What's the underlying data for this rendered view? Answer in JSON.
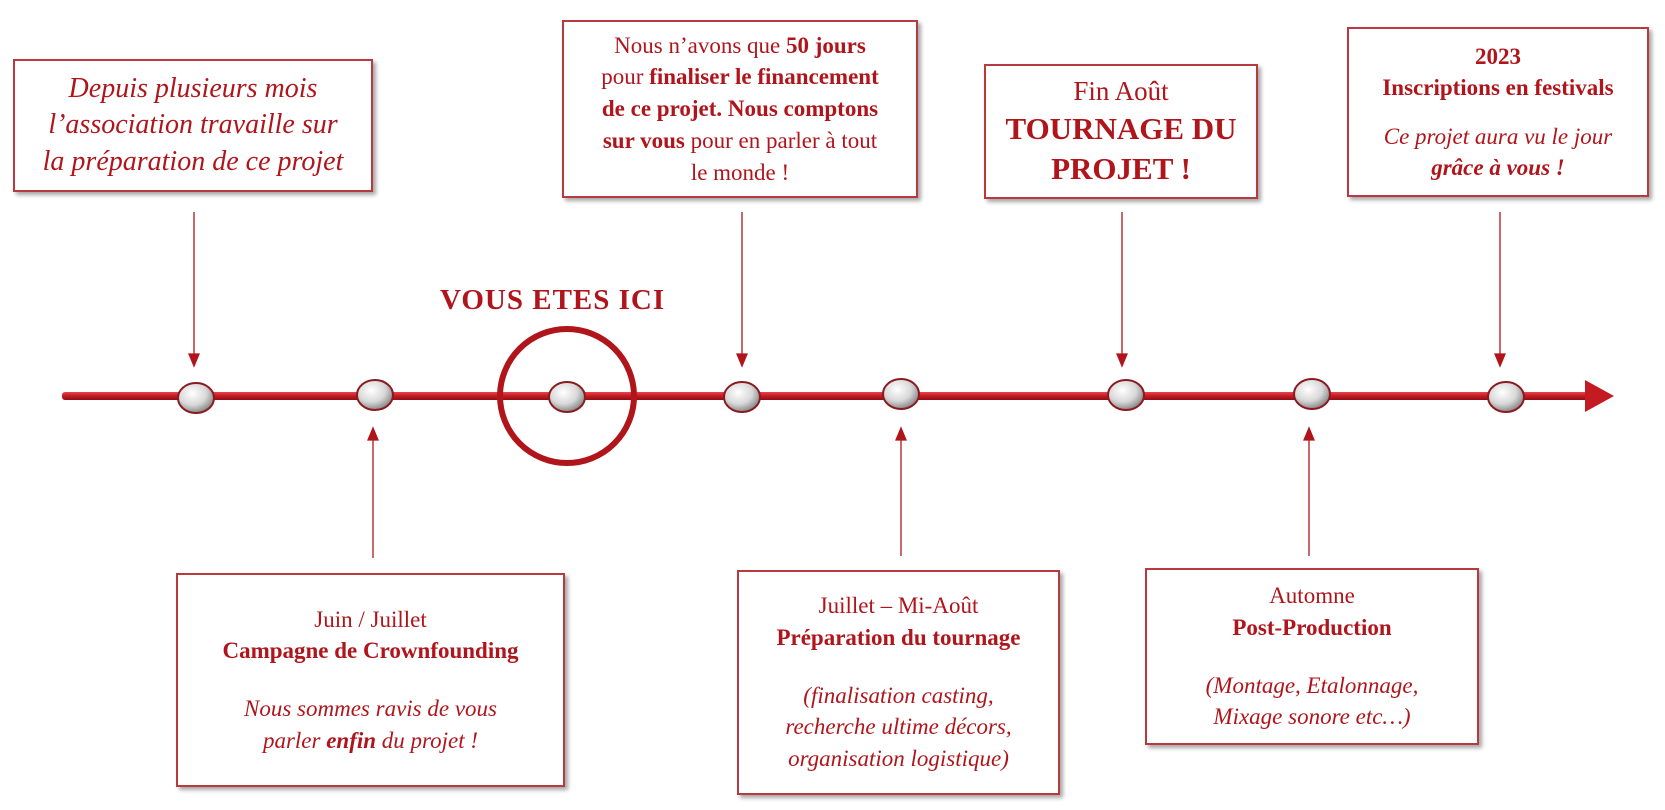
{
  "colors": {
    "accent": "#b0151b",
    "line": "#c41a22",
    "box_border": "#b83a3f"
  },
  "you_are_here": "VOUS ETES ICI",
  "top_boxes": [
    {
      "lines": [
        "Depuis plusieurs mois",
        "l’association travaille sur",
        "la préparation de ce projet"
      ]
    },
    {
      "l1a": "Nous n’avons que ",
      "l1b": "50 jours",
      "l2a": "pour ",
      "l2b": "finaliser le financement",
      "l3": "de ce projet. Nous comptons",
      "l4a": "sur vous",
      "l4b": " pour en parler à tout",
      "l5": "le monde !"
    },
    {
      "l1": "Fin Août",
      "l2": "TOURNAGE DU",
      "l3": "PROJET !"
    },
    {
      "l1": "2023",
      "l2": "Inscriptions en festivals",
      "l3": "Ce projet aura vu le jour",
      "l4": "grâce à vous !"
    }
  ],
  "bottom_boxes": [
    {
      "date": "Juin / Juillet",
      "title": "Campagne de Crownfounding",
      "n1": "Nous sommes ravis de vous",
      "n2a": "parler ",
      "n2b": "enfin",
      "n2c": " du projet !"
    },
    {
      "date": "Juillet – Mi-Août",
      "title": "Préparation du tournage",
      "n1": "(finalisation casting,",
      "n2": "recherche ultime décors,",
      "n3": "organisation logistique)"
    },
    {
      "date": "Automne",
      "title": "Post-Production",
      "n1": "(Montage, Etalonnage,",
      "n2": "Mixage sonore etc…)"
    }
  ]
}
